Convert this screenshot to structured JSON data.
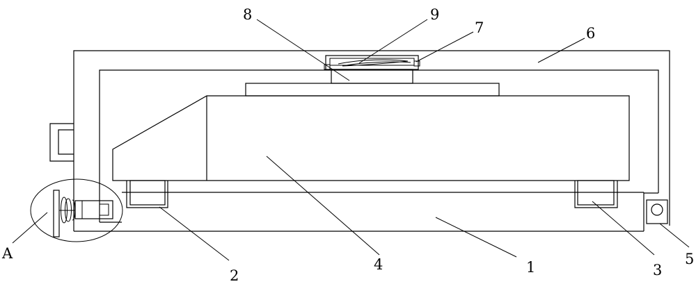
{
  "labels": {
    "l1": "1",
    "l2": "2",
    "l3": "3",
    "l4": "4",
    "l5": "5",
    "l6": "6",
    "l7": "7",
    "l8": "8",
    "l9": "9",
    "lA": "A"
  },
  "colors": {
    "line": "#000000",
    "background": "#ffffff"
  }
}
